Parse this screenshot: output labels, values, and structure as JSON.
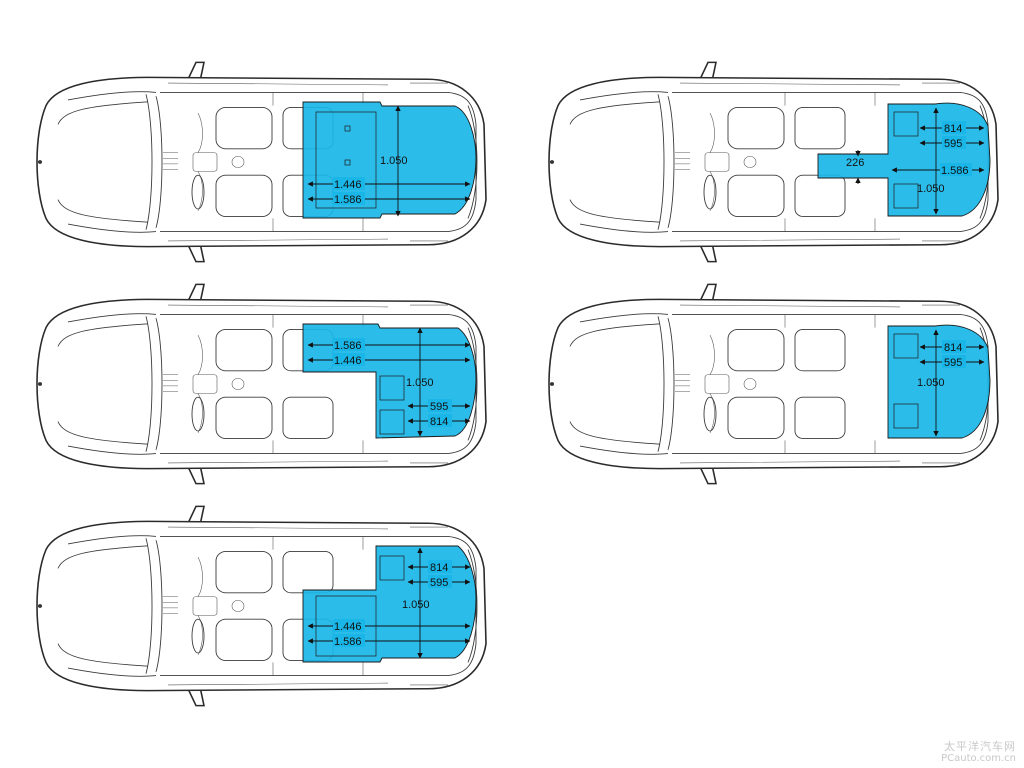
{
  "colors": {
    "cargo": "#1ab6e8",
    "line": "#2b2b2b",
    "background": "#ffffff"
  },
  "views": [
    {
      "id": "v1",
      "configuration": "rear seats folded, full floor",
      "labels": {
        "d1": "1.050",
        "d2": "1.446",
        "d3": "1.586"
      }
    },
    {
      "id": "v2",
      "configuration": "rear seats up, through-loading",
      "labels": {
        "d1": "814",
        "d2": "595",
        "d3": "226",
        "d4": "1.586",
        "d5": "1.050"
      }
    },
    {
      "id": "v3",
      "configuration": "left rear seat folded",
      "labels": {
        "d1": "1.586",
        "d2": "1.446",
        "d3": "1.050",
        "d4": "595",
        "d5": "814"
      }
    },
    {
      "id": "v4",
      "configuration": "rear seats up",
      "labels": {
        "d1": "814",
        "d2": "595",
        "d3": "1.050"
      }
    },
    {
      "id": "v5",
      "configuration": "right rear seat folded",
      "labels": {
        "d1": "814",
        "d2": "595",
        "d3": "1.050",
        "d4": "1.446",
        "d5": "1.586"
      }
    }
  ],
  "watermark": {
    "cn": "太平洋汽车网",
    "url": "PCauto.com.cn"
  }
}
